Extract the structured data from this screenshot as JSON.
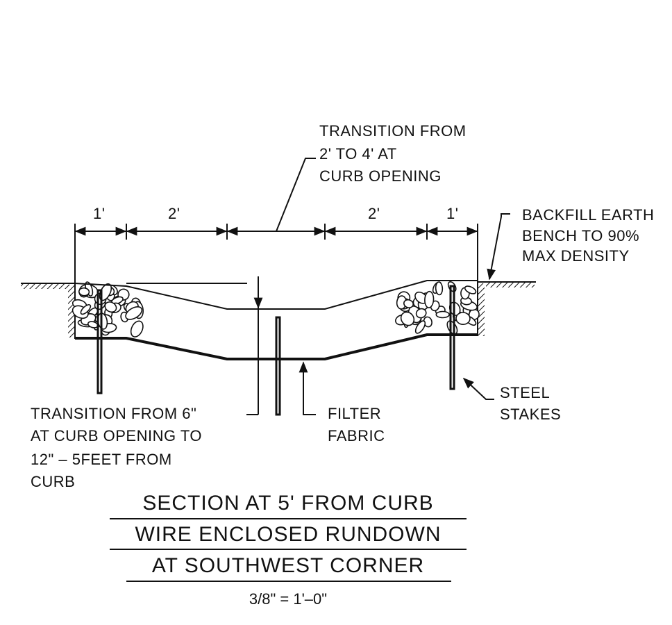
{
  "notes": {
    "transition_top": [
      "TRANSITION FROM",
      "2' TO 4' AT",
      "CURB OPENING"
    ],
    "backfill": [
      "BACKFILL EARTH",
      "BENCH TO 90%",
      "MAX DENSITY"
    ],
    "transition_bottom": [
      "TRANSITION FROM 6\"",
      "AT CURB OPENING TO",
      "12\" – 5FEET FROM",
      "CURB"
    ],
    "filter": [
      "FILTER",
      "FABRIC"
    ],
    "stakes": [
      "STEEL",
      "STAKES"
    ]
  },
  "dimensions": [
    "1'",
    "2'",
    "2'",
    "1'"
  ],
  "titles": [
    "SECTION AT 5' FROM CURB",
    "WIRE ENCLOSED RUNDOWN",
    "AT SOUTHWEST CORNER"
  ],
  "scale": "3/8\" = 1'–0\"",
  "colors": {
    "ink": "#111111",
    "background": "#ffffff"
  }
}
